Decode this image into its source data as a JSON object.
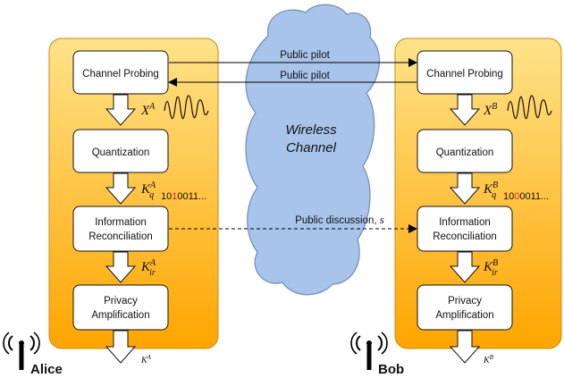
{
  "colors": {
    "panel_top": "#FFE38A",
    "panel_bottom": "#FFA500",
    "panel_stroke": "#C98A12",
    "cloud_fill": "#A9C4EB",
    "cloud_stroke": "#6E8CB6",
    "highlight_bit": "#E3261C",
    "box_fill": "#FFFFFF",
    "arrow": "#000000"
  },
  "cloud": {
    "line1": "Wireless",
    "line2": "Channel"
  },
  "alice": {
    "name": "Alice",
    "icon": "antenna-icon",
    "boxes": {
      "probing": [
        "Channel Probing"
      ],
      "quant": [
        "Quantization"
      ],
      "recon": [
        "Information",
        "Reconciliation"
      ],
      "privacy": [
        "Privacy",
        "Amplification"
      ]
    },
    "labels": {
      "x": {
        "base": "X",
        "sup": "A"
      },
      "kq": {
        "base": "K",
        "sup": "A",
        "sub": "q"
      },
      "kir": {
        "base": "K",
        "sup": "A",
        "sub": "ir"
      },
      "k": {
        "base": "K",
        "sup": "A"
      }
    },
    "bits": {
      "a": "10",
      "b": "1",
      "c": "0011..."
    }
  },
  "bob": {
    "name": "Bob",
    "icon": "antenna-icon",
    "boxes": {
      "probing": [
        "Channel Probing"
      ],
      "quant": [
        "Quantization"
      ],
      "recon": [
        "Information",
        "Reconciliation"
      ],
      "privacy": [
        "Privacy",
        "Amplification"
      ]
    },
    "labels": {
      "x": {
        "base": "X",
        "sup": "B"
      },
      "kq": {
        "base": "K",
        "sup": "B",
        "sub": "q"
      },
      "kir": {
        "base": "K",
        "sup": "B",
        "sub": "ir"
      },
      "k": {
        "base": "K",
        "sup": "B"
      }
    },
    "bits": {
      "a": "10",
      "b": "0",
      "c": "0011..."
    }
  },
  "links": {
    "pilot_forward": "Public pilot",
    "pilot_back": "Public pilot",
    "discussion": "Public discussion, ",
    "discussion_var": "s"
  }
}
